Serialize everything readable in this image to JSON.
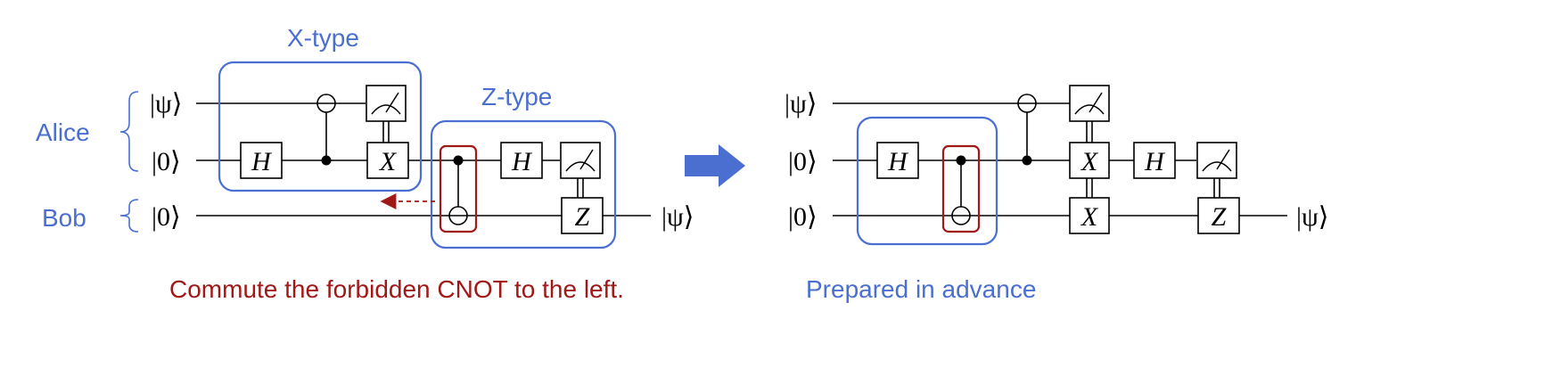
{
  "labels": {
    "alice": "Alice",
    "bob": "Bob",
    "x_type": "X-type",
    "z_type": "Z-type",
    "caption_left": "Commute the forbidden CNOT to the left.",
    "caption_right": "Prepared in advance"
  },
  "kets": {
    "psi": "|ψ⟩",
    "zero": "|0⟩"
  },
  "gates": {
    "h": "H",
    "x": "X",
    "z": "Z"
  },
  "colors": {
    "blue": "#4a6fd1",
    "red": "#a01818",
    "arrow": "#4a6fd1"
  }
}
